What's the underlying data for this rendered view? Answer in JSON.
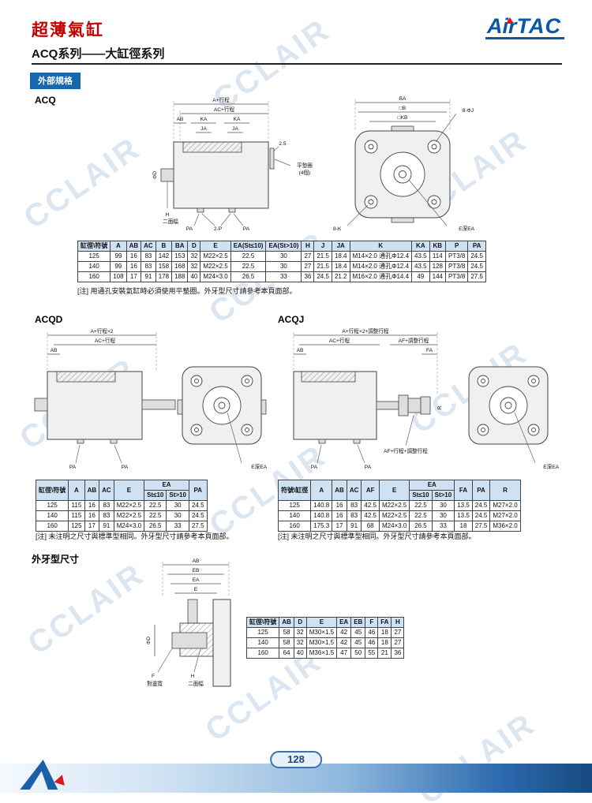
{
  "page": {
    "title": "超薄氣缸",
    "subtitle": "ACQ系列——大缸徑系列",
    "section": "外部規格",
    "logo_air": "Air",
    "logo_tac": "TAC",
    "page_number": "128",
    "watermark": "CCLAIR"
  },
  "acq": {
    "label": "ACQ",
    "note": "[注] 用通孔安裝氣缸時必須使用平墊圈。外牙型尺寸請參考本頁面部。",
    "side": {
      "a": "A+行程",
      "ac": "AC+行程",
      "ab": "AB",
      "ka1": "KA",
      "ka2": "KA",
      "ja1": "JA",
      "ja2": "JA",
      "t": "2.5",
      "washer1": "平墊圈",
      "washer2": "(4個)",
      "phid": "ΦD",
      "h": "H",
      "flat": "二面幅",
      "pa1": "PA",
      "p2": "2-P",
      "pa2": "PA"
    },
    "front": {
      "ba": "BA",
      "b": "□B",
      "kb": "□KB",
      "holes": "8-ΦJ",
      "tap": "8-K",
      "depth": "E深EA"
    },
    "table": {
      "header_rows": [
        [
          "缸徑\\符號",
          "A",
          "AB",
          "AC",
          "B",
          "BA",
          "D",
          "E",
          "EA(St≤10)",
          "EA(St>10)",
          "H",
          "J",
          "JA",
          "K",
          "KA",
          "KB",
          "P",
          "PA"
        ]
      ],
      "rows": [
        [
          "125",
          "99",
          "16",
          "83",
          "142",
          "153",
          "32",
          "M22×2.5",
          "22.5",
          "30",
          "27",
          "21.5",
          "18.4",
          "M14×2.0 通孔Φ12.4",
          "43.5",
          "114",
          "PT3/8",
          "24.5"
        ],
        [
          "140",
          "99",
          "16",
          "83",
          "158",
          "168",
          "32",
          "M22×2.5",
          "22.5",
          "30",
          "27",
          "21.5",
          "18.4",
          "M14×2.0 通孔Φ12.4",
          "43.5",
          "128",
          "PT3/8",
          "24.5"
        ],
        [
          "160",
          "108",
          "17",
          "91",
          "178",
          "188",
          "40",
          "M24×3.0",
          "26.5",
          "33",
          "36",
          "24.5",
          "21.2",
          "M16×2.0 通孔Φ14.4",
          "49",
          "144",
          "PT3/8",
          "27.5"
        ]
      ]
    }
  },
  "acqd": {
    "label": "ACQD",
    "note": "[注] 未注明之尺寸與標準型相同。外牙型尺寸請參考本頁面部。",
    "side": {
      "a2": "A+行程×2",
      "ac": "AC+行程",
      "ab": "AB",
      "pa1": "PA",
      "pa2": "PA"
    },
    "front": {
      "depth": "E深EA"
    },
    "table": {
      "header_rows": [
        [
          {
            "label": "缸徑\\符號",
            "rowspan": 2
          },
          {
            "label": "A",
            "rowspan": 2
          },
          {
            "label": "AB",
            "rowspan": 2
          },
          {
            "label": "AC",
            "rowspan": 2
          },
          {
            "label": "E",
            "rowspan": 2
          },
          {
            "label": "EA",
            "colspan": 2
          },
          {
            "label": "PA",
            "rowspan": 2
          }
        ],
        [
          {
            "label": "St≤10"
          },
          {
            "label": "St>10"
          }
        ]
      ],
      "rows": [
        [
          "125",
          "115",
          "16",
          "83",
          "M22×2.5",
          "22.5",
          "30",
          "24.5"
        ],
        [
          "140",
          "115",
          "16",
          "83",
          "M22×2.5",
          "22.5",
          "30",
          "24.5"
        ],
        [
          "160",
          "125",
          "17",
          "91",
          "M24×3.0",
          "26.5",
          "33",
          "27.5"
        ]
      ]
    }
  },
  "acqj": {
    "label": "ACQJ",
    "note": "[注] 未注明之尺寸與標準型相同。外牙型尺寸請參考本頁面部。",
    "side": {
      "a2": "A+行程×2+調整行程",
      "ac": "AC+行程",
      "ab": "AB",
      "af": "AF+調整行程",
      "fa": "FA",
      "r": "R",
      "af2": "AF+行程+調整行程",
      "pa1": "PA",
      "pa2": "PA"
    },
    "front": {
      "depth": "E深EA"
    },
    "table": {
      "header_rows": [
        [
          {
            "label": "符號\\缸徑",
            "rowspan": 2
          },
          {
            "label": "A",
            "rowspan": 2
          },
          {
            "label": "AB",
            "rowspan": 2
          },
          {
            "label": "AC",
            "rowspan": 2
          },
          {
            "label": "AF",
            "rowspan": 2
          },
          {
            "label": "E",
            "rowspan": 2
          },
          {
            "label": "EA",
            "colspan": 2
          },
          {
            "label": "FA",
            "rowspan": 2
          },
          {
            "label": "PA",
            "rowspan": 2
          },
          {
            "label": "R",
            "rowspan": 2
          }
        ],
        [
          {
            "label": "St≤10"
          },
          {
            "label": "St>10"
          }
        ]
      ],
      "rows": [
        [
          "125",
          "140.8",
          "16",
          "83",
          "42.5",
          "M22×2.5",
          "22.5",
          "30",
          "13.5",
          "24.5",
          "M27×2.0"
        ],
        [
          "140",
          "140.8",
          "16",
          "83",
          "42.5",
          "M22×2.5",
          "22.5",
          "30",
          "13.5",
          "24.5",
          "M27×2.0"
        ],
        [
          "160",
          "175.3",
          "17",
          "91",
          "68",
          "M24×3.0",
          "26.5",
          "33",
          "18",
          "27.5",
          "M36×2.0"
        ]
      ]
    }
  },
  "thread": {
    "label": "外牙型尺寸",
    "drawing": {
      "ab": "AB",
      "eb": "EB",
      "ea": "EA",
      "e": "E",
      "d": "ΦD",
      "f": "F",
      "f_note": "對邊寬",
      "h": "H",
      "h_note": "二面幅"
    },
    "table": {
      "header_rows": [
        [
          "缸徑\\符號",
          "AB",
          "D",
          "E",
          "EA",
          "EB",
          "F",
          "FA",
          "H"
        ]
      ],
      "rows": [
        [
          "125",
          "58",
          "32",
          "M30×1.5",
          "42",
          "45",
          "46",
          "18",
          "27"
        ],
        [
          "140",
          "58",
          "32",
          "M30×1.5",
          "42",
          "45",
          "46",
          "18",
          "27"
        ],
        [
          "160",
          "64",
          "40",
          "M36×1.5",
          "47",
          "50",
          "55",
          "21",
          "36"
        ]
      ]
    }
  }
}
